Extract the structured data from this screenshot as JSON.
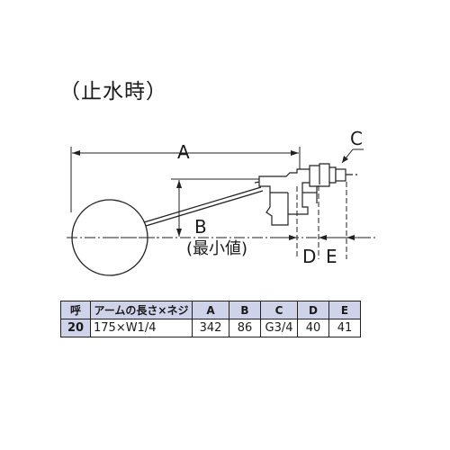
{
  "title": "（止水時）",
  "dim_labels": {
    "a": "A",
    "b": "B",
    "b_note": "(最小値)",
    "c": "C",
    "d": "D",
    "e": "E"
  },
  "table": {
    "headers": [
      "呼",
      "アームの長さ×ネジ",
      "A",
      "B",
      "C",
      "D",
      "E"
    ],
    "rows": [
      [
        "20",
        "175×W1/4",
        "342",
        "86",
        "G3/4",
        "40",
        "41"
      ]
    ]
  }
}
